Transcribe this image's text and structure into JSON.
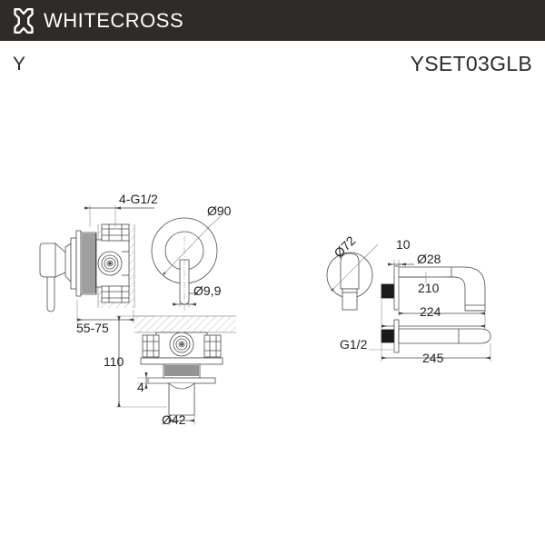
{
  "header": {
    "logo_icon": "whitecross-x-logo-icon",
    "brand": "WHITECROSS",
    "bar_color": "#2e2b28"
  },
  "subheader": {
    "series": "Y",
    "product_code": "YSET03GLB"
  },
  "drawings": {
    "left": {
      "title": "concealed-mixer-valve",
      "dimensions": {
        "thread_callout": "4-G1/2",
        "plate_diameter": "Ø90",
        "lever_stem_diameter": "Ø9,9",
        "wall_depth_range": "55-75",
        "height": "110",
        "small_offset": "4",
        "body_diameter": "Ø42"
      }
    },
    "right": {
      "title": "wall-mounted-spout",
      "dimensions": {
        "flange_diameter": "Ø72",
        "flange_thickness": "10",
        "spout_diameter": "Ø28",
        "projection": "210",
        "overall_length": "224",
        "thread": "G1/2",
        "top_view_length": "245"
      }
    }
  },
  "colors": {
    "line": "#4a4a4a",
    "fill": "#ffffff",
    "hatch": "#b9b9b9",
    "dark_accent": "#1a1a1a",
    "text": "#1f1f1f"
  }
}
